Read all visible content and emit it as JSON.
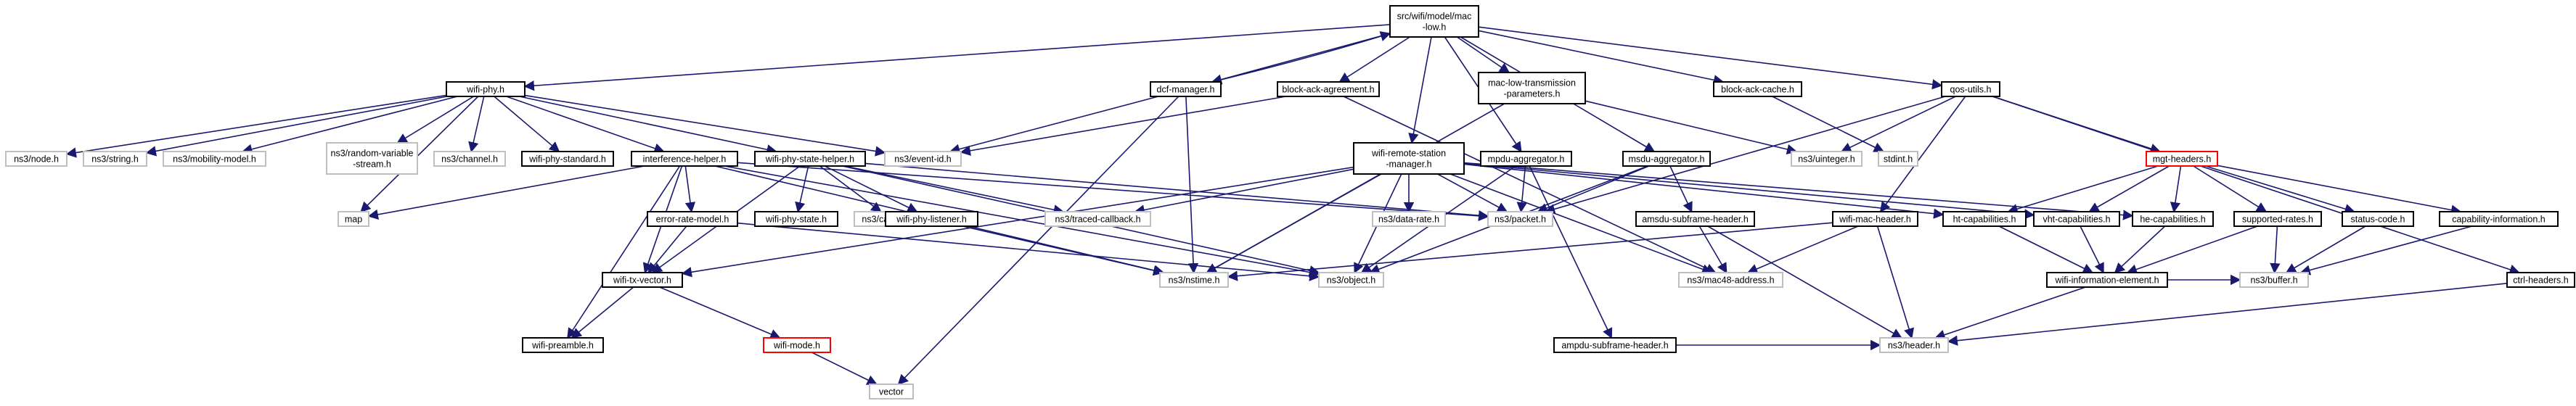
{
  "diagram": {
    "colors": {
      "edge": "#191970",
      "border_default": "#000000",
      "border_missing": "#bfbfbf",
      "border_truncated": "#ff0000",
      "root_fill": "#bfbfbf"
    },
    "nodes": [
      {
        "id": "root",
        "lines": [
          "src/wifi/model/mac",
          "-low.h"
        ],
        "kind": "root"
      },
      {
        "id": "wifi_phy",
        "lines": [
          "wifi-phy.h"
        ],
        "kind": "file"
      },
      {
        "id": "dcf",
        "lines": [
          "dcf-manager.h"
        ],
        "kind": "file"
      },
      {
        "id": "bar",
        "lines": [
          "block-ack-agreement.h"
        ],
        "kind": "file"
      },
      {
        "id": "mltp",
        "lines": [
          "mac-low-transmission",
          "-parameters.h"
        ],
        "kind": "file"
      },
      {
        "id": "bac",
        "lines": [
          "block-ack-cache.h"
        ],
        "kind": "file"
      },
      {
        "id": "qos",
        "lines": [
          "qos-utils.h"
        ],
        "kind": "file"
      },
      {
        "id": "node",
        "lines": [
          "ns3/node.h"
        ],
        "kind": "external"
      },
      {
        "id": "string",
        "lines": [
          "ns3/string.h"
        ],
        "kind": "external"
      },
      {
        "id": "mobility",
        "lines": [
          "ns3/mobility-model.h"
        ],
        "kind": "external"
      },
      {
        "id": "random",
        "lines": [
          "ns3/random-variable",
          "-stream.h"
        ],
        "kind": "external"
      },
      {
        "id": "channel",
        "lines": [
          "ns3/channel.h"
        ],
        "kind": "external"
      },
      {
        "id": "wps",
        "lines": [
          "wifi-phy-standard.h"
        ],
        "kind": "file"
      },
      {
        "id": "ih",
        "lines": [
          "interference-helper.h"
        ],
        "kind": "file"
      },
      {
        "id": "wpsh",
        "lines": [
          "wifi-phy-state-helper.h"
        ],
        "kind": "file"
      },
      {
        "id": "eventid",
        "lines": [
          "ns3/event-id.h"
        ],
        "kind": "external"
      },
      {
        "id": "wrsm",
        "lines": [
          "wifi-remote-station",
          "-manager.h"
        ],
        "kind": "file"
      },
      {
        "id": "mpdu",
        "lines": [
          "mpdu-aggregator.h"
        ],
        "kind": "file"
      },
      {
        "id": "msdu",
        "lines": [
          "msdu-aggregator.h"
        ],
        "kind": "file"
      },
      {
        "id": "uinteger",
        "lines": [
          "ns3/uinteger.h"
        ],
        "kind": "external"
      },
      {
        "id": "stdint",
        "lines": [
          "stdint.h"
        ],
        "kind": "external"
      },
      {
        "id": "mgt",
        "lines": [
          "mgt-headers.h"
        ],
        "kind": "truncated"
      },
      {
        "id": "map",
        "lines": [
          "map"
        ],
        "kind": "external"
      },
      {
        "id": "erm",
        "lines": [
          "error-rate-model.h"
        ],
        "kind": "file"
      },
      {
        "id": "wpstate",
        "lines": [
          "wifi-phy-state.h"
        ],
        "kind": "file"
      },
      {
        "id": "callback",
        "lines": [
          "ns3/callback.h"
        ],
        "kind": "external"
      },
      {
        "id": "wpl",
        "lines": [
          "wifi-phy-listener.h"
        ],
        "kind": "file"
      },
      {
        "id": "traced",
        "lines": [
          "ns3/traced-callback.h"
        ],
        "kind": "external"
      },
      {
        "id": "datarate",
        "lines": [
          "ns3/data-rate.h"
        ],
        "kind": "external"
      },
      {
        "id": "packet",
        "lines": [
          "ns3/packet.h"
        ],
        "kind": "external"
      },
      {
        "id": "amsdu",
        "lines": [
          "amsdu-subframe-header.h"
        ],
        "kind": "file"
      },
      {
        "id": "wmh",
        "lines": [
          "wifi-mac-header.h"
        ],
        "kind": "file"
      },
      {
        "id": "htcap",
        "lines": [
          "ht-capabilities.h"
        ],
        "kind": "file"
      },
      {
        "id": "vhtcap",
        "lines": [
          "vht-capabilities.h"
        ],
        "kind": "file"
      },
      {
        "id": "hecap",
        "lines": [
          "he-capabilities.h"
        ],
        "kind": "file"
      },
      {
        "id": "suprates",
        "lines": [
          "supported-rates.h"
        ],
        "kind": "file"
      },
      {
        "id": "status",
        "lines": [
          "status-code.h"
        ],
        "kind": "file"
      },
      {
        "id": "capinfo",
        "lines": [
          "capability-information.h"
        ],
        "kind": "file"
      },
      {
        "id": "wtv",
        "lines": [
          "wifi-tx-vector.h"
        ],
        "kind": "file"
      },
      {
        "id": "nstime",
        "lines": [
          "ns3/nstime.h"
        ],
        "kind": "external"
      },
      {
        "id": "object",
        "lines": [
          "ns3/object.h"
        ],
        "kind": "external"
      },
      {
        "id": "mac48",
        "lines": [
          "ns3/mac48-address.h"
        ],
        "kind": "external"
      },
      {
        "id": "wie",
        "lines": [
          "wifi-information-element.h"
        ],
        "kind": "file"
      },
      {
        "id": "buffer",
        "lines": [
          "ns3/buffer.h"
        ],
        "kind": "external"
      },
      {
        "id": "ctrl",
        "lines": [
          "ctrl-headers.h"
        ],
        "kind": "file"
      },
      {
        "id": "ampdu",
        "lines": [
          "ampdu-subframe-header.h"
        ],
        "kind": "file"
      },
      {
        "id": "header",
        "lines": [
          "ns3/header.h"
        ],
        "kind": "external"
      },
      {
        "id": "wpre",
        "lines": [
          "wifi-preamble.h"
        ],
        "kind": "file"
      },
      {
        "id": "wmode",
        "lines": [
          "wifi-mode.h"
        ],
        "kind": "truncated"
      },
      {
        "id": "vector",
        "lines": [
          "vector"
        ],
        "kind": "external"
      }
    ],
    "edges": [
      [
        "root",
        "wifi_phy"
      ],
      [
        "root",
        "dcf"
      ],
      [
        "root",
        "bar"
      ],
      [
        "root",
        "mltp"
      ],
      [
        "root",
        "bac"
      ],
      [
        "root",
        "qos"
      ],
      [
        "root",
        "wrsm"
      ],
      [
        "root",
        "mpdu"
      ],
      [
        "root",
        "msdu"
      ],
      [
        "dcf",
        "root"
      ],
      [
        "wifi_phy",
        "node"
      ],
      [
        "wifi_phy",
        "string"
      ],
      [
        "wifi_phy",
        "mobility"
      ],
      [
        "wifi_phy",
        "random"
      ],
      [
        "wifi_phy",
        "channel"
      ],
      [
        "wifi_phy",
        "wps"
      ],
      [
        "wifi_phy",
        "ih"
      ],
      [
        "wifi_phy",
        "wpsh"
      ],
      [
        "wifi_phy",
        "eventid"
      ],
      [
        "wifi_phy",
        "map"
      ],
      [
        "dcf",
        "eventid"
      ],
      [
        "dcf",
        "nstime"
      ],
      [
        "dcf",
        "vector"
      ],
      [
        "bar",
        "eventid"
      ],
      [
        "bar",
        "mac48"
      ],
      [
        "mltp",
        "uinteger"
      ],
      [
        "mltp",
        "nstime"
      ],
      [
        "bac",
        "stdint"
      ],
      [
        "qos",
        "uinteger"
      ],
      [
        "qos",
        "mgt"
      ],
      [
        "qos",
        "packet"
      ],
      [
        "qos",
        "wmh"
      ],
      [
        "qos",
        "ctrl"
      ],
      [
        "ih",
        "map"
      ],
      [
        "ih",
        "erm"
      ],
      [
        "ih",
        "packet"
      ],
      [
        "ih",
        "nstime"
      ],
      [
        "ih",
        "object"
      ],
      [
        "ih",
        "wtv"
      ],
      [
        "ih",
        "wpre"
      ],
      [
        "wpsh",
        "wpstate"
      ],
      [
        "wpsh",
        "callback"
      ],
      [
        "wpsh",
        "wpl"
      ],
      [
        "wpsh",
        "traced"
      ],
      [
        "wpsh",
        "packet"
      ],
      [
        "wpsh",
        "object"
      ],
      [
        "wpsh",
        "wtv"
      ],
      [
        "wrsm",
        "traced"
      ],
      [
        "wrsm",
        "datarate"
      ],
      [
        "wrsm",
        "packet"
      ],
      [
        "wrsm",
        "nstime"
      ],
      [
        "wrsm",
        "object"
      ],
      [
        "wrsm",
        "wtv"
      ],
      [
        "wrsm",
        "htcap"
      ],
      [
        "wrsm",
        "vhtcap"
      ],
      [
        "wrsm",
        "hecap"
      ],
      [
        "wrsm",
        "mac48"
      ],
      [
        "mpdu",
        "packet"
      ],
      [
        "mpdu",
        "object"
      ],
      [
        "mpdu",
        "ampdu"
      ],
      [
        "msdu",
        "packet"
      ],
      [
        "msdu",
        "object"
      ],
      [
        "msdu",
        "amsdu"
      ],
      [
        "mgt",
        "htcap"
      ],
      [
        "mgt",
        "vhtcap"
      ],
      [
        "mgt",
        "hecap"
      ],
      [
        "mgt",
        "suprates"
      ],
      [
        "mgt",
        "status"
      ],
      [
        "mgt",
        "capinfo"
      ],
      [
        "erm",
        "wtv"
      ],
      [
        "erm",
        "object"
      ],
      [
        "wpl",
        "nstime"
      ],
      [
        "amsdu",
        "mac48"
      ],
      [
        "amsdu",
        "header"
      ],
      [
        "wmh",
        "mac48"
      ],
      [
        "wmh",
        "nstime"
      ],
      [
        "wmh",
        "header"
      ],
      [
        "htcap",
        "wie"
      ],
      [
        "vhtcap",
        "wie"
      ],
      [
        "hecap",
        "wie"
      ],
      [
        "suprates",
        "wie"
      ],
      [
        "suprates",
        "buffer"
      ],
      [
        "status",
        "buffer"
      ],
      [
        "capinfo",
        "buffer"
      ],
      [
        "wtv",
        "wmode"
      ],
      [
        "wtv",
        "wpre"
      ],
      [
        "wmode",
        "vector"
      ],
      [
        "wie",
        "header"
      ],
      [
        "wie",
        "buffer"
      ],
      [
        "ctrl",
        "header"
      ],
      [
        "ampdu",
        "header"
      ]
    ]
  }
}
